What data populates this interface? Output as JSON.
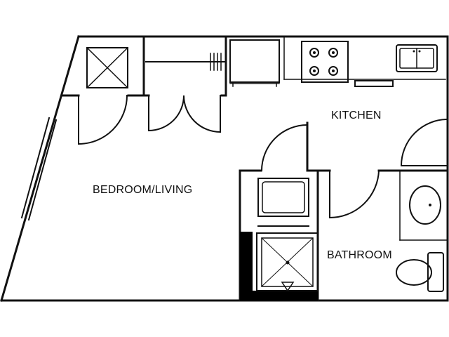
{
  "rooms": {
    "kitchen": "KITCHEN",
    "bedroom_living": "BEDROOM/LIVING",
    "bathroom": "BATHROOM"
  },
  "colors": {
    "line": "#111111",
    "fill_dark": "#000000",
    "background": "#ffffff"
  },
  "icons": {
    "stove": "stove-icon",
    "sink": "kitchen-sink-icon",
    "toilet": "toilet-icon",
    "shower": "shower-icon"
  }
}
